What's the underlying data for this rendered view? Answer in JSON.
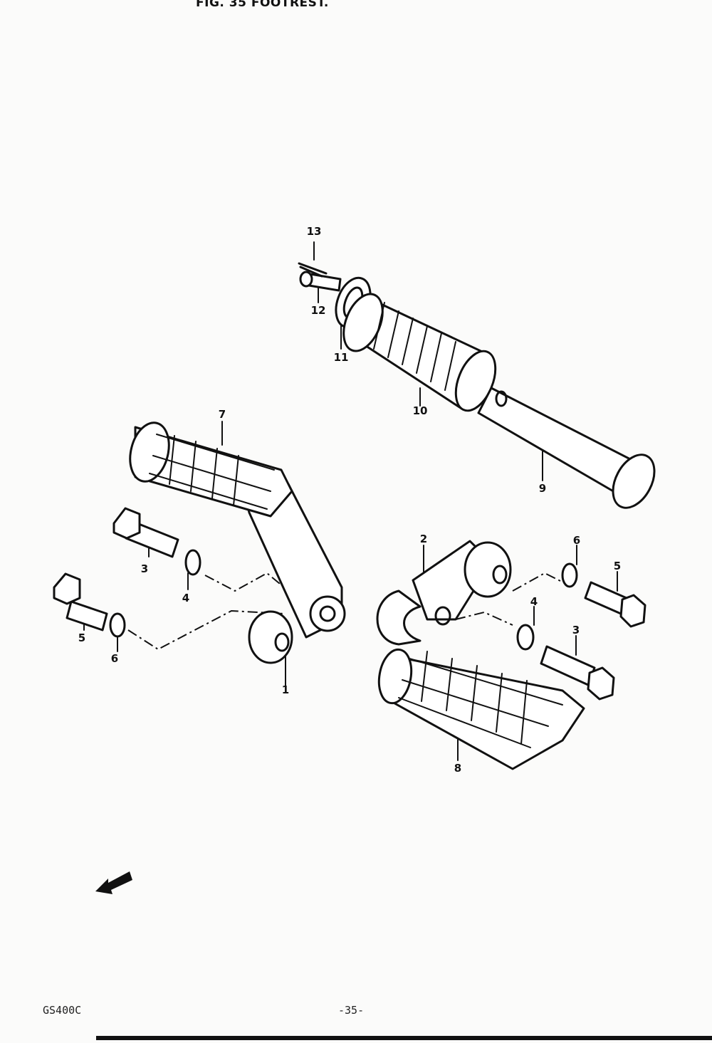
{
  "figure": {
    "title": "FIG. 35   FOOTREST.",
    "model": "GS400C",
    "page_number": "-35-"
  },
  "callouts": [
    {
      "id": "c13",
      "text": "13"
    },
    {
      "id": "c12",
      "text": "12"
    },
    {
      "id": "c11",
      "text": "11"
    },
    {
      "id": "c10",
      "text": "10"
    },
    {
      "id": "c9",
      "text": "9"
    },
    {
      "id": "c7",
      "text": "7"
    },
    {
      "id": "c3l",
      "text": "3"
    },
    {
      "id": "c4l",
      "text": "4"
    },
    {
      "id": "c5l",
      "text": "5"
    },
    {
      "id": "c6l",
      "text": "6"
    },
    {
      "id": "c1",
      "text": "1"
    },
    {
      "id": "c2",
      "text": "2"
    },
    {
      "id": "c6r",
      "text": "6"
    },
    {
      "id": "c5r",
      "text": "5"
    },
    {
      "id": "c4r",
      "text": "4"
    },
    {
      "id": "c3r",
      "text": "3"
    },
    {
      "id": "c8",
      "text": "8"
    }
  ],
  "colors": {
    "ink": "#111111",
    "paper": "#fbfbfa"
  },
  "icons": {
    "direction": "front-arrow-icon"
  }
}
